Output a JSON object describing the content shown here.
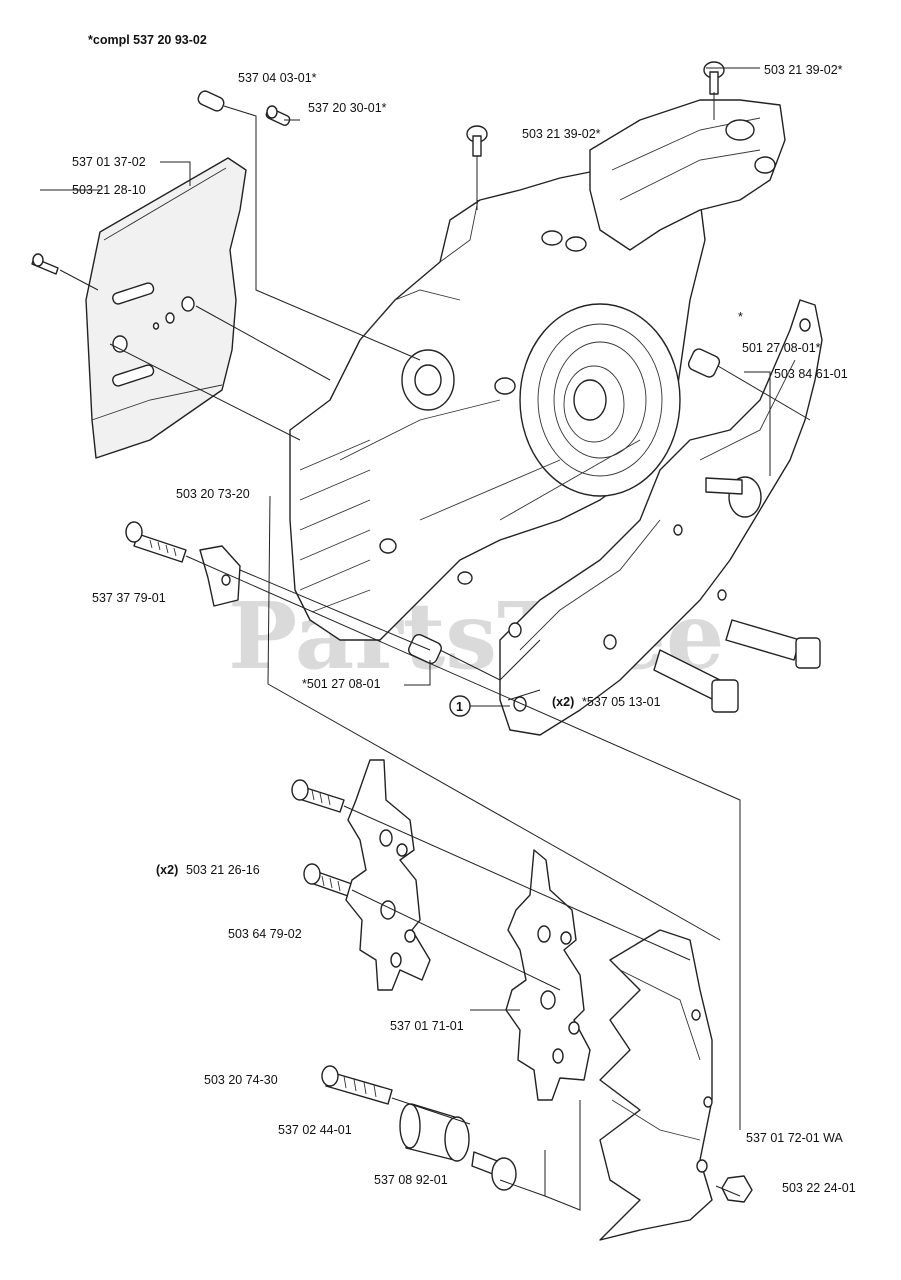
{
  "header": {
    "assembly_note": "*compl 537 20 93-02"
  },
  "watermark": {
    "text": "PartsTree",
    "trademark": "™"
  },
  "labels": {
    "p_537_04_03_01": "537 04 03-01*",
    "p_537_20_30_01": "537 20 30-01*",
    "p_503_21_39_02_top": "503 21 39-02*",
    "p_503_21_39_02_mid": "503 21 39-02*",
    "p_537_01_37_02": "537 01 37-02",
    "p_503_21_28_10": "503 21 28-10",
    "asterisk": "*",
    "p_501_27_08_01_right": "501 27 08-01*",
    "p_503_84_61_01": "503 84 61-01",
    "p_503_20_73_20": "503 20 73-20",
    "p_537_37_79_01": "537 37 79-01",
    "p_501_27_08_01_left": "*501 27 08-01",
    "callout_1": "1",
    "p_537_05_13_01_prefix": "(x2)",
    "p_537_05_13_01": "*537 05 13-01",
    "p_503_21_26_16_prefix": "(x2)",
    "p_503_21_26_16": "503 21 26-16",
    "p_503_64_79_02": "503 64 79-02",
    "p_537_01_71_01": "537 01 71-01",
    "p_503_20_74_30": "503 20 74-30",
    "p_537_02_44_01": "537 02 44-01",
    "p_537_01_72_01": "537 01 72-01 WA",
    "p_537_08_92_01": "537 08 92-01",
    "p_503_22_24_01": "503 22 24-01"
  }
}
